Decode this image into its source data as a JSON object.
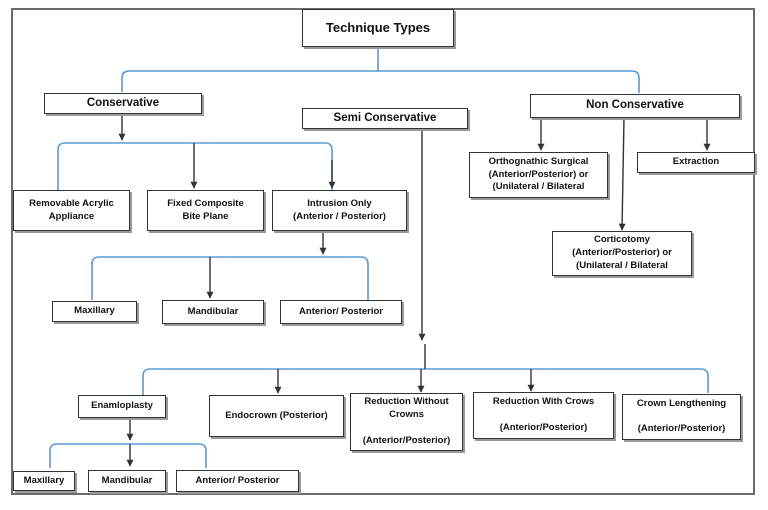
{
  "diagram": {
    "root": "Technique Types",
    "categories": {
      "conservative": "Conservative",
      "semi_conservative": "Semi Conservative",
      "non_conservative": "Non Conservative"
    },
    "conservative_children": {
      "removable": "Removable Acrylic\nAppliance",
      "fixed": "Fixed Composite\nBite Plane",
      "intrusion": "Intrusion Only\n(Anterior / Posterior)"
    },
    "intrusion_children": {
      "maxillary": "Maxillary",
      "mandibular": "Mandibular",
      "anterior_posterior": "Anterior/  Posterior"
    },
    "non_conservative_children": {
      "orthognathic": "Orthognathic Surgical\n(Anterior/Posterior) or\n(Unilateral / Bilateral",
      "extraction": "Extraction",
      "corticotomy": "Corticotomy\n(Anterior/Posterior) or\n(Unilateral / Bilateral"
    },
    "semi_conservative_children": {
      "enamloplasty": "Enamloplasty",
      "endocrown": "Endocrown (Posterior)",
      "reduction_without": "Reduction Without\nCrowns\n\n(Anterior/Posterior)",
      "reduction_with": "Reduction With Crows\n\n(Anterior/Posterior)",
      "crown_lengthening": "Crown Lengthening\n\n(Anterior/Posterior)"
    },
    "enamloplasty_children": {
      "maxillary": "Maxillary",
      "mandibular": "Mandibular",
      "anterior_posterior": "Anterior/  Posterior"
    },
    "colors": {
      "connector_blue": "#5b9bd5",
      "arrow": "#333333",
      "border": "#333333"
    }
  }
}
